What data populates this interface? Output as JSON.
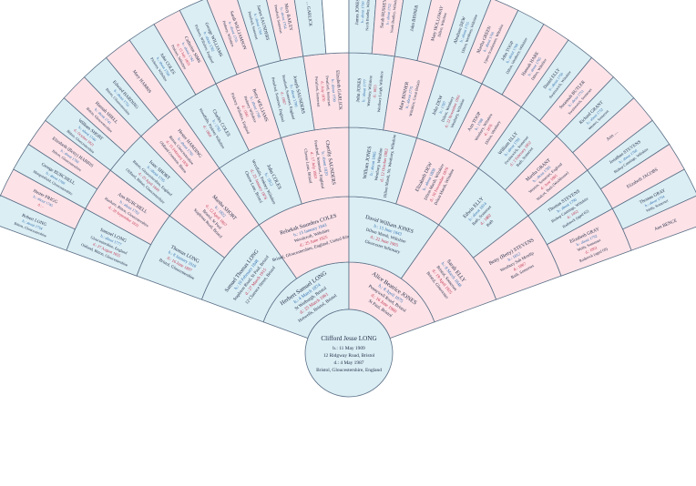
{
  "title": "Fan Chart for Clifford Jesse LONG",
  "colors": {
    "male": "#dbeef4",
    "female": "#fde3e8",
    "border": "#5a6f86",
    "birth": "#2e6fb0",
    "death": "#c0304a"
  },
  "root": {
    "name": "Clifford Jesse LONG",
    "lines": [
      "b.: 11 May 1909",
      "12 Ridgway Road, Bristol",
      "d.: 4 May 1987",
      "Bristol, Gloucestershire, England"
    ]
  },
  "generations": [
    [
      {
        "name": "Herbert Samuel LONG",
        "gender": "m",
        "lines": [
          "b.: 4 March 1874",
          "St Werburgh, Bristol",
          "d.: 25 March 1961",
          "Hotwells, Bristol, Bristol"
        ]
      },
      {
        "name": "Alice Beatrice JONES",
        "gender": "f",
        "lines": [
          "b.: 8 April 1875",
          "Pennywell Road, Bristol",
          "d.: 16 June 1960",
          "St Paul, Bristol"
        ]
      }
    ],
    [
      {
        "name": "Samuel Thomas LONG",
        "gender": "m",
        "lines": [
          "b.: 10 February 1848",
          "Stapleton Road, St Paul, Bristol",
          "d.: 27 March 1915",
          "12 Clarence Street, Bristol"
        ]
      },
      {
        "name": "Rebekah Saunders COLES",
        "gender": "f",
        "lines": [
          "b.: 13 January 1843",
          "Woodcroft, Wiltshire",
          "d.: 25 June 1925",
          "Bristol, Gloucestershire, England, United Kingdom"
        ]
      },
      {
        "name": "David William JONES",
        "gender": "m",
        "lines": [
          "b.: 15 June 1843",
          "Dilton Marsh, Wiltshire",
          "d.: 22 June 1905",
          "Gloucester Infirmary"
        ]
      },
      {
        "name": "Sarah ELLY",
        "gender": "f",
        "lines": [
          "b.: 8 March 1848",
          "Bristol, Somerset",
          "d.: 19 April 1925",
          "Bristol, Gloucester"
        ]
      }
    ],
    [
      {
        "name": "Thomas LONG",
        "gender": "m",
        "lines": [
          "b.: 8 January 1818",
          "d.: 16 June 1897",
          "Bristol, Gloucestershire"
        ]
      },
      {
        "name": "Martha SHORT",
        "gender": "f",
        "lines": [
          "b.: 1822",
          "d.: 12 April 1867",
          "Bristol, St Paul",
          "Stapleton Road, Bristol"
        ]
      },
      {
        "name": "John COLES",
        "gender": "m",
        "lines": [
          "b.: 1812",
          "Woodfalls, Pinkney Wiltshire",
          "d.: 25 January 1876",
          "Cheese Lane, Bristol"
        ]
      },
      {
        "name": "Cherilly SAUNDERS",
        "gender": "f",
        "lines": [
          "b.: about 1820",
          "Pensford, Somerset, England",
          "d.: 17 July 1863",
          "Cheese Lane, Bristol"
        ]
      },
      {
        "name": "William JONES",
        "gender": "m",
        "lines": [
          "b.: about 1805",
          "Westbury, Wiltshire",
          "d.: 12 October 1882",
          "Dilton Marsh, Nr. Westbury, Wiltshire"
        ]
      },
      {
        "name": "Elizabeth DEW",
        "gender": "f",
        "lines": [
          "b.: about 1808",
          "Dilton Marsh, Wiltshire",
          "d.: 10 November 1876",
          "Dilton Marsh, Wiltshire"
        ]
      },
      {
        "name": "Edwin ELLY",
        "gender": "m",
        "lines": [
          "b.: about 1814",
          "Bath, Somerset",
          "d.: 1882",
          "Bath"
        ]
      },
      {
        "name": "Betty (Betty) STEVENS",
        "gender": "f",
        "lines": [
          "b.: 1812",
          "Westbury Sub Mendip",
          "d.: 1867",
          "Bath, Somerset"
        ]
      }
    ],
    [
      {
        "name": "Samuel LONG",
        "gender": "m",
        "lines": [
          "b.: about 1777",
          "Gloucestershire, England",
          "d.: 27 August 1855",
          "Oldland, Bitton, Gloucestershire"
        ]
      },
      {
        "name": "Ann BURCHELL",
        "gender": "f",
        "lines": [
          "b.: about 1782",
          "Hanham, Bitton, Gloucestershire",
          "d.: 20 September 1831"
        ]
      },
      {
        "name": "Isaac SHORT",
        "gender": "m",
        "lines": [
          "b.: about 1795",
          "Bitton, Gloucestershire, England",
          "d.: 23 April 1849",
          "Oldland, Bitton, Gloucestershire"
        ]
      },
      {
        "name": "Hester HARDING",
        "gender": "f",
        "lines": [
          "b.: about 1795",
          "Bitton, Gloucestershire",
          "d.: 15 February 1856",
          "Oldland Common, Bitton"
        ]
      },
      {
        "name": "Charles COLES",
        "gender": "m",
        "lines": [
          "b.: 1783",
          "Woodfalls, Pinkney Wiltshire",
          "d.: 1869"
        ]
      },
      {
        "name": "Betty WILLIAMS",
        "gender": "f",
        "lines": [
          "b.: about 1790",
          "Pinkney Wiltshire",
          "d.: 1841",
          "Pinkney, Wiltshire, England"
        ]
      },
      {
        "name": "Joseph SAUNDERS",
        "gender": "m",
        "lines": [
          "b.: about 1790",
          "Pensford, Somerset, England",
          "d.: 1867",
          "Pensford, Somerset, England"
        ]
      },
      {
        "name": "Elizabeth GARLICK",
        "gender": "f",
        "lines": [
          "b.: about 1790",
          "Pensford, Somerset",
          "d.: July 1870",
          "Pensford, Somerset"
        ]
      },
      {
        "name": "John JONES",
        "gender": "m",
        "lines": [
          "b.: about 1777",
          "Westbury, Wiltshire",
          "d.: 1853",
          "Westbury Leigh, Wiltshire"
        ]
      },
      {
        "name": "Mary BINNER",
        "gender": "f",
        "lines": [
          "b.: about 1775",
          "Wiltshire, Great Britain"
        ]
      },
      {
        "name": "John DEW",
        "gender": "m",
        "lines": [
          "b.: 1787",
          "Dilton, Westbury",
          "d.: 22 November 1861",
          "Westbury, Wiltshire"
        ]
      },
      {
        "name": "Ann TOOP",
        "gender": "f",
        "lines": [
          "b.: 1788",
          "Westbury, Wiltshire",
          "d.: 1876",
          "Dilton, Westbury"
        ]
      },
      {
        "name": "William ELLY",
        "gender": "m",
        "lines": [
          "b.: about 1781",
          "Swainswick, Somerset",
          "d.: 2 February 1852",
          "Bath, Somerset"
        ]
      },
      {
        "name": "Martha GRANT",
        "gender": "f",
        "lines": [
          "b.: about 1785",
          "Weston, Somerset, England",
          "d.: June 1865",
          "Walcot, Bath (Workhouse)"
        ]
      },
      {
        "name": "Thomas STEVENS",
        "gender": "m",
        "lines": [
          "b.: about 1790",
          "Bishop Cannings, Wiltshire",
          "d.: 1852",
          "Radstock (aged 62)"
        ]
      },
      {
        "name": "Elizabeth GRAY",
        "gender": "f",
        "lines": [
          "b.: about 1792",
          "Wells, Somerset",
          "d.: 1861",
          "Radstock (aged 69)"
        ]
      }
    ],
    [
      {
        "name": "Robert LONG",
        "gender": "m",
        "lines": [
          "b.: about 1754",
          "Bitton, Gloucestershire"
        ]
      },
      {
        "name": "Hester PRIGG",
        "gender": "f",
        "lines": [
          "b.: about 1745",
          "d.: -"
        ]
      },
      {
        "name": "George BURCHELL",
        "gender": "m",
        "lines": [
          "b.: about 1760",
          "Mangotsfield, Gloucestershire"
        ]
      },
      {
        "name": "Elizabeth (Betty) HARRIS",
        "gender": "f",
        "lines": [
          "b.: about 1760",
          "Bitton, Gloucestershire"
        ]
      },
      {
        "name": "William SHORT",
        "gender": "m",
        "lines": [
          "b.: about 1746",
          "d.: October 1821",
          "Bitton, Gloucestershire"
        ]
      },
      {
        "name": "Hannah SHELL",
        "gender": "f",
        "lines": [
          "b.: about 1741",
          "Bitton, Gloucestershire"
        ]
      },
      {
        "name": "Edward HARDING",
        "gender": "m",
        "lines": [
          "b.: about 1755",
          "Bitton, Gloucestershire"
        ]
      },
      {
        "name": "Mary HARRIS",
        "gender": "f",
        "lines": []
      },
      {
        "name": "John COLES",
        "gender": "m",
        "lines": [
          "b.: about 1760",
          "Pinkney, Wiltshire"
        ]
      },
      {
        "name": "Catherine SIMS",
        "gender": "f",
        "lines": [
          "b.: about 1762",
          "d.: 15 July 1829",
          "Pinkney, Wiltshire"
        ]
      },
      {
        "name": "George WILLIAMS",
        "gender": "m",
        "lines": [
          "b.: about 1762",
          "Pinkney, Wiltshire, England"
        ]
      },
      {
        "name": "Sarah WILLIAMSON",
        "gender": "f",
        "lines": [
          "b.: about 1765",
          "Pinkney, Wiltshire"
        ]
      },
      {
        "name": "James SAUNDERS",
        "gender": "m",
        "lines": [
          "b.: about 1760",
          "Pensford, Somerset"
        ]
      },
      {
        "name": "Mary BAILEY",
        "gender": "f",
        "lines": [
          "b.: about 1764",
          "Pensford, Somerset"
        ]
      },
      {
        "name": "... GARLICK",
        "gender": "m",
        "lines": []
      },
      {
        "name": "",
        "gender": "e",
        "lines": []
      },
      {
        "name": "James JONES",
        "gender": "m",
        "lines": [
          "b.: about 1750",
          "North Bradley, Wiltshire"
        ]
      },
      {
        "name": "Sarah HUSSEY",
        "gender": "f",
        "lines": [
          "b.: about 1752",
          "North Bradley, Wiltshire"
        ]
      },
      {
        "name": "John BINNER",
        "gender": "m",
        "lines": []
      },
      {
        "name": "Mary HOLLOWAY",
        "gender": "f",
        "lines": [
          "Dilton, Wiltshire"
        ]
      },
      {
        "name": "Abraham DEW",
        "gender": "m",
        "lines": [
          "b.: about 1755",
          "Dilton, Westbury, Wiltshire"
        ]
      },
      {
        "name": "Martha GREEN",
        "gender": "f",
        "lines": [
          "b.: about 1760",
          "Upton Scudamore, Wiltshire"
        ]
      },
      {
        "name": "John TOOP",
        "gender": "m",
        "lines": [
          "b.: about 1760",
          "Dilton, Westbury, Wiltshire"
        ]
      },
      {
        "name": "Hannah HARE",
        "gender": "f",
        "lines": [
          "b.: about 1765",
          "Dilton, Wiltshire"
        ]
      },
      {
        "name": "Daniel ELLY",
        "gender": "m",
        "lines": [
          "b.: about 1750",
          "Swainswick, Wiltshire"
        ]
      },
      {
        "name": "Susannah BUTLER",
        "gender": "f",
        "lines": [
          "b.: about 1751",
          "Swainswick, Somerset"
        ]
      },
      {
        "name": "Richard GRANT",
        "gender": "m",
        "lines": [
          "b.: about 1752",
          "Weston, Somerset"
        ]
      },
      {
        "name": "Ann ....",
        "gender": "f",
        "lines": []
      },
      {
        "name": "Jonathan STEVENS",
        "gender": "m",
        "lines": [
          "b.: about 1760",
          "Bishop Cannings, Wiltshire"
        ]
      },
      {
        "name": "Elizabeth JACOBS",
        "gender": "f",
        "lines": []
      },
      {
        "name": "Thomas GRAY",
        "gender": "m",
        "lines": [
          "b.: about 1764",
          "Wells, Somerset"
        ]
      },
      {
        "name": "Ann BENCE",
        "gender": "f",
        "lines": []
      }
    ]
  ]
}
